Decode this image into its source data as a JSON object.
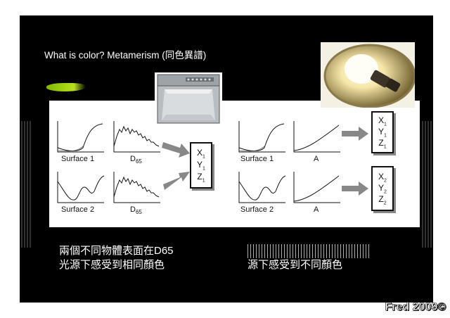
{
  "slide": {
    "title": "What is color?   Metamerism (同色異譜)",
    "left_panel": {
      "curve_labels": [
        "Surface 1",
        "D65",
        "Surface 2",
        "D65"
      ],
      "result": {
        "x": "X",
        "y": "Y",
        "z": "Z",
        "sub": "1"
      }
    },
    "right_panel": {
      "curve_labels": [
        "Surface 1",
        "A",
        "Surface 2",
        "A"
      ],
      "result_top": {
        "x": "X",
        "y": "Y",
        "z": "Z",
        "sub": "1"
      },
      "result_bottom": {
        "x": "X",
        "y": "Y",
        "z": "Z",
        "sub": "2"
      }
    },
    "caption_left": [
      "兩個不同物體表面在D65",
      "光源下感受到相同顏色"
    ],
    "caption_right": [
      "",
      "源下感受到不同顏色"
    ],
    "credit": "Fred 2009©"
  }
}
